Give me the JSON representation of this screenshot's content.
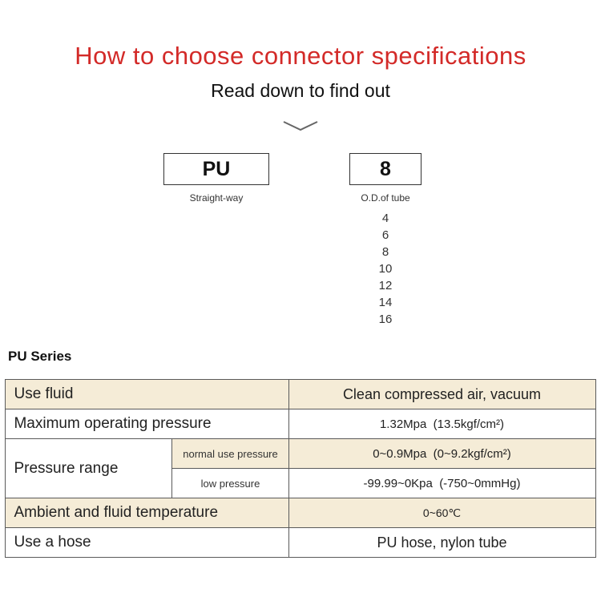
{
  "header": {
    "title": "How to choose connector specifications",
    "subtitle": "Read down to find out"
  },
  "diagram": {
    "boxes": [
      {
        "code": "PU",
        "label": "Straight-way"
      },
      {
        "code": "8",
        "label": "O.D.of tube"
      }
    ],
    "tube_sizes": [
      "4",
      "6",
      "8",
      "10",
      "12",
      "14",
      "16"
    ]
  },
  "series": {
    "heading": "PU Series"
  },
  "table": {
    "rows": [
      {
        "label": "Use fluid",
        "value": "Clean compressed air, vacuum"
      },
      {
        "label": "Maximum operating pressure",
        "value": "1.32Mpa  (13.5kgf/cm²)"
      },
      {
        "label": "Pressure range",
        "sub": [
          {
            "label": "normal use pressure",
            "value": "0~0.9Mpa  (0~9.2kgf/cm²)"
          },
          {
            "label": "low pressure",
            "value": "-99.99~0Kpa  (-750~0mmHg)"
          }
        ]
      },
      {
        "label": "Ambient and fluid temperature",
        "value": "0~60℃"
      },
      {
        "label": "Use a hose",
        "value": "PU hose, nylon tube"
      }
    ]
  },
  "colors": {
    "accent_red": "#d32a28",
    "row_beige": "#f5ecd7"
  }
}
